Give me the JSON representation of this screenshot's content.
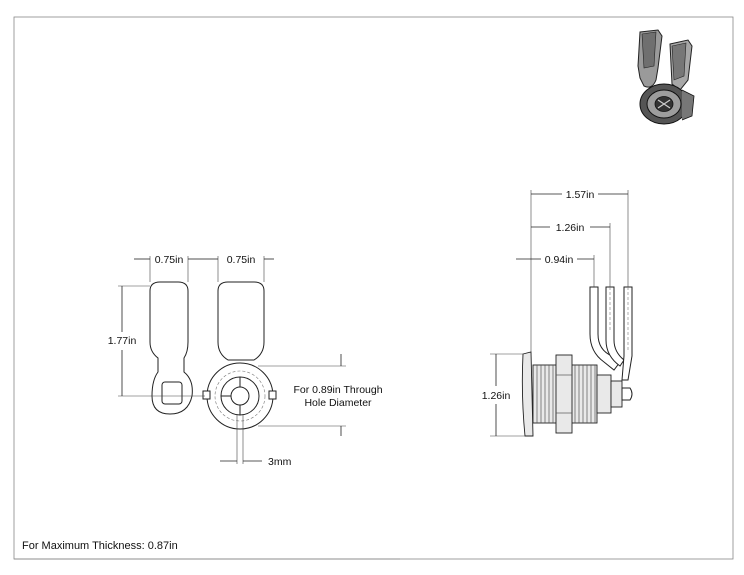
{
  "drawing": {
    "front_view": {
      "dim_flag_width_left": "0.75in",
      "dim_flag_width_right": "0.75in",
      "dim_key_height": "1.77in",
      "note_line1": "For 0.89in Through",
      "note_line2": "Hole Diameter",
      "dim_slot": "3mm"
    },
    "side_view": {
      "dim_overall_length": "1.57in",
      "dim_mid_length": "1.26in",
      "dim_short_length": "0.94in",
      "dim_flange_height": "1.26in"
    },
    "footnote": "For Maximum Thickness: 0.87in"
  }
}
